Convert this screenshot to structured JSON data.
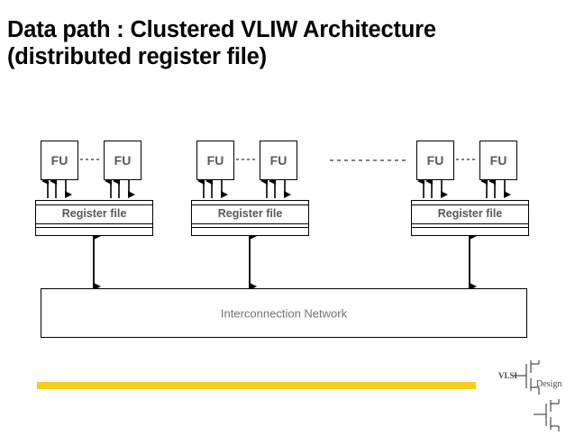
{
  "slide": {
    "title": "Data path : Clustered VLIW Architecture",
    "subtitle": "(distributed register file)"
  },
  "diagram": {
    "type": "block-diagram",
    "clusters": [
      {
        "id": "cluster-1",
        "fus": [
          {
            "label": "FU"
          },
          {
            "label": "FU"
          }
        ],
        "register_file": {
          "label": "Register file"
        }
      },
      {
        "id": "cluster-2",
        "fus": [
          {
            "label": "FU"
          },
          {
            "label": "FU"
          }
        ],
        "register_file": {
          "label": "Register file"
        }
      },
      {
        "id": "cluster-3",
        "fus": [
          {
            "label": "FU"
          },
          {
            "label": "FU"
          }
        ],
        "register_file": {
          "label": "Register file"
        }
      }
    ],
    "interconnect": {
      "label": "Interconnection Network"
    }
  },
  "logo": {
    "line1": "VLSI",
    "line2": "Design"
  },
  "colors": {
    "accent_bar": "#F5CE1E",
    "box_stroke": "#000000",
    "fu_text": "#595959",
    "regfile_text": "#595959",
    "interconnect_text": "#737373",
    "title_text": "#000000",
    "background": "#FFFFFF"
  }
}
